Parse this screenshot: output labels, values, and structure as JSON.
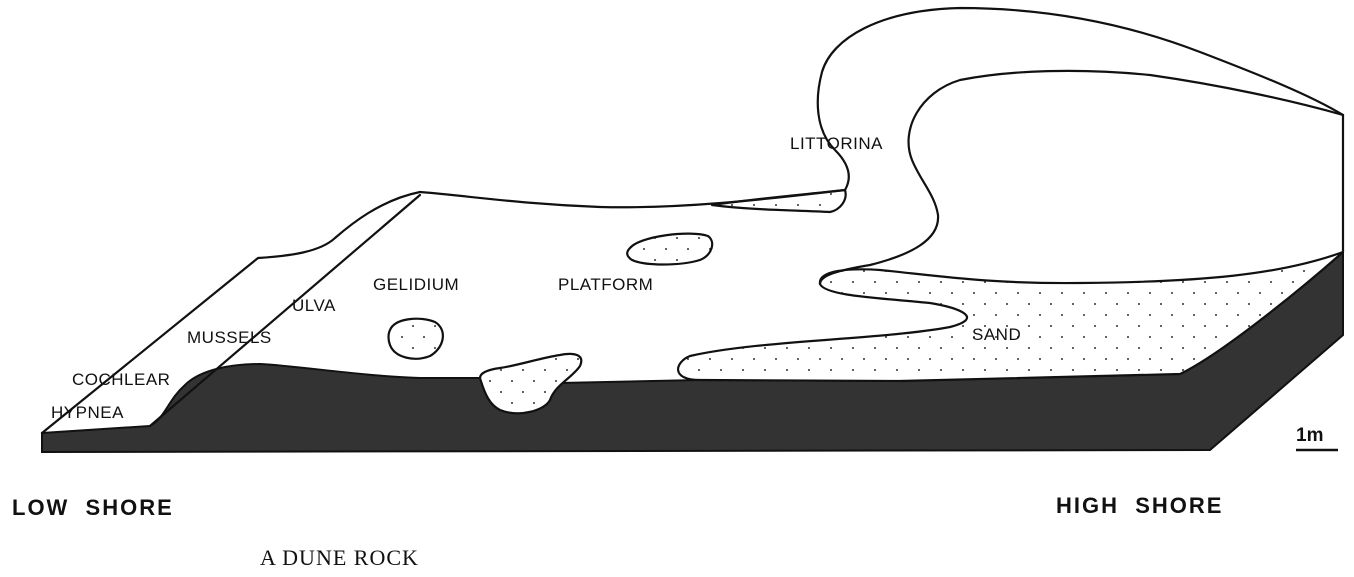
{
  "diagram": {
    "zones": {
      "littorina": "LITTORINA",
      "gelidium": "GELIDIUM",
      "platform": "PLATFORM",
      "ulva": "ULVA",
      "mussels": "MUSSELS",
      "cochlear": "COCHLEAR",
      "hypnea": "HYPNEA",
      "sand": "SAND"
    },
    "scale_bar": "1m",
    "shore_left": "LOW  SHORE",
    "shore_right": "HIGH  SHORE",
    "caption": "A DUNE ROCK"
  },
  "colors": {
    "rock_base": "#333333",
    "outline": "#111111",
    "background": "#ffffff"
  }
}
